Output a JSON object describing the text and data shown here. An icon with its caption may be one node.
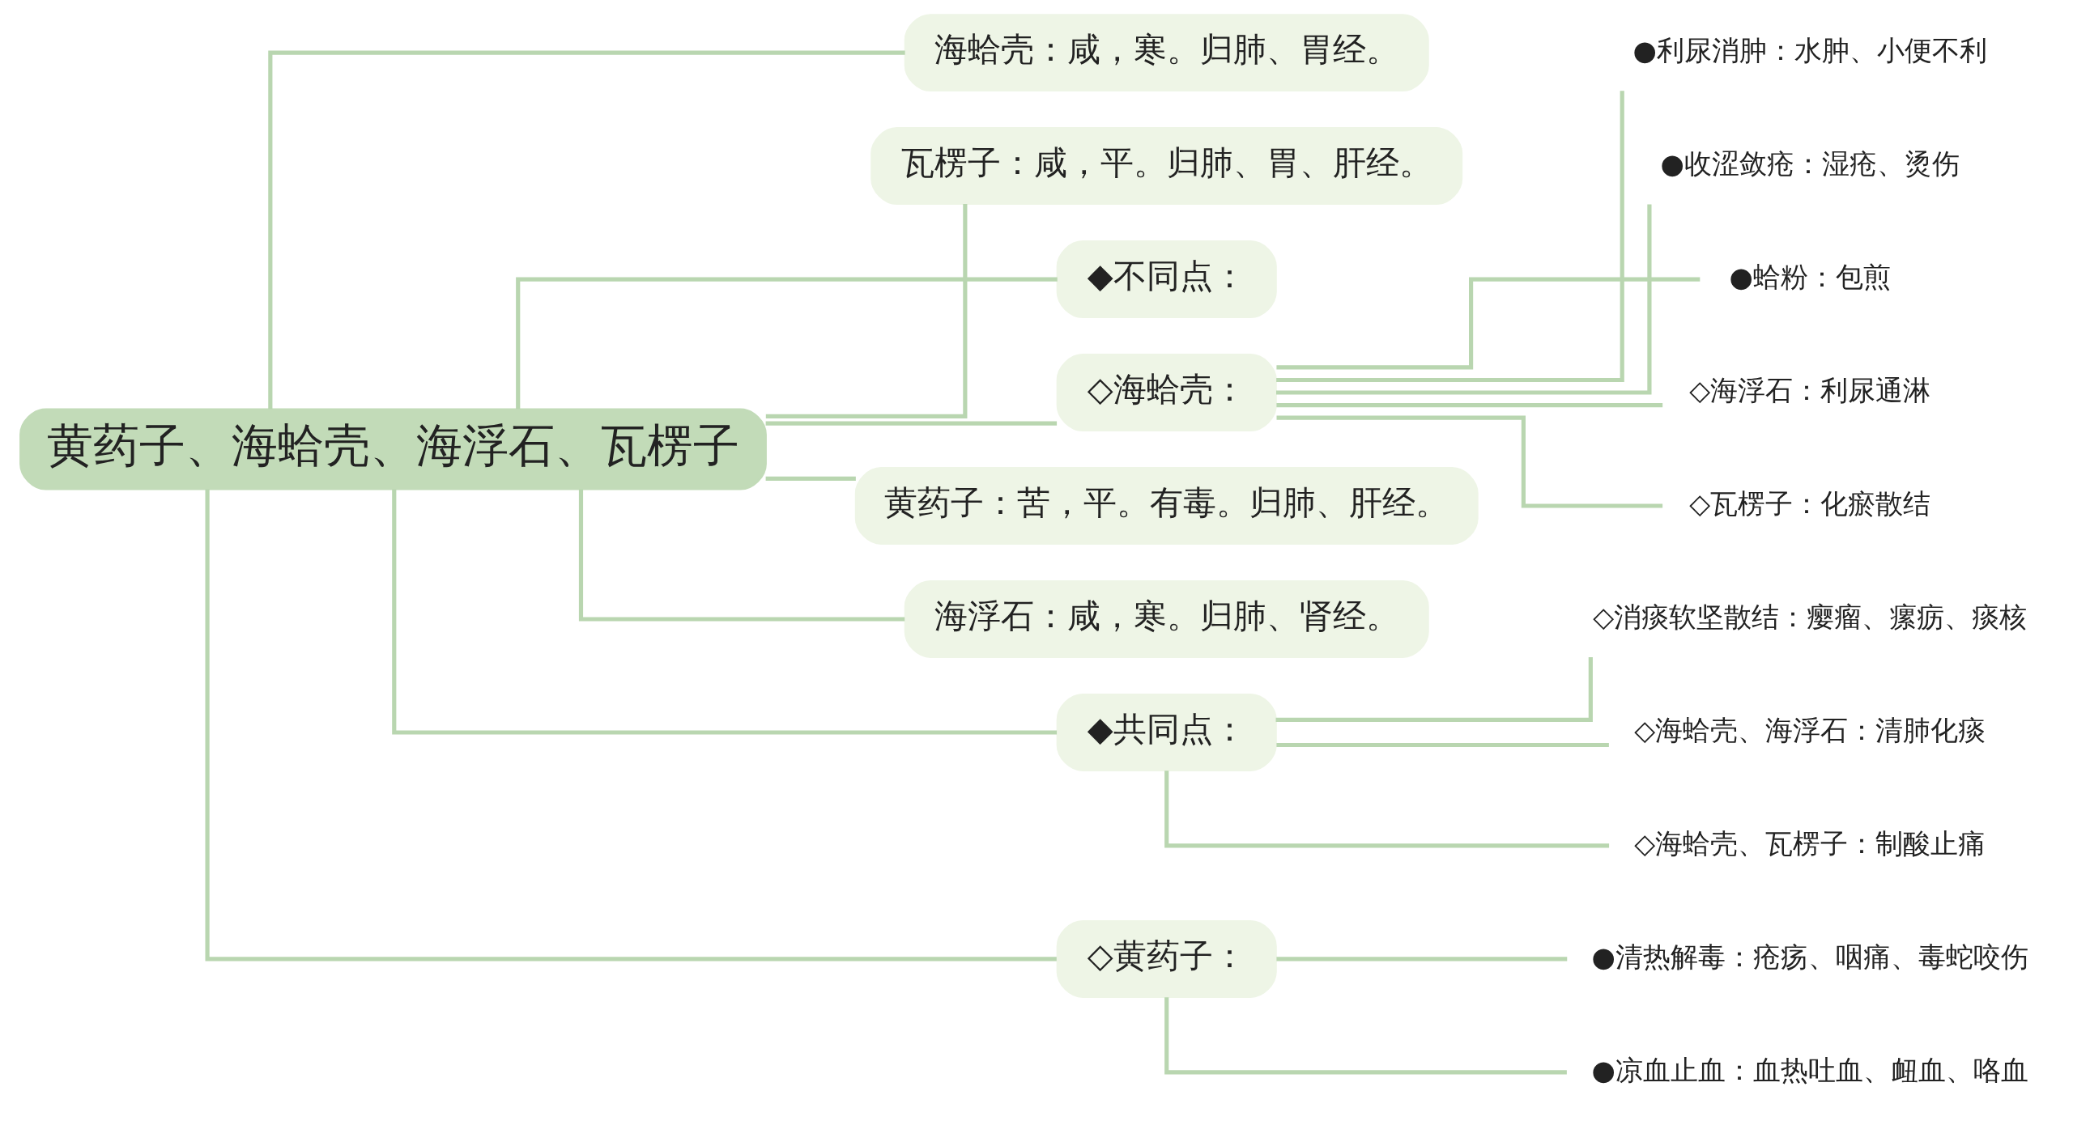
{
  "diagram": {
    "nodes": [
      {
        "text": [
          "黄药子、海蛤壳、海浮石、瓦楞子"
        ]
      },
      {
        "text": [
          "海蛤壳：咸，寒。归肺、胃经。"
        ]
      },
      {
        "text": [
          "瓦楞子：咸，平。归肺、胃、肝经。"
        ]
      },
      {
        "text": [
          "◆不同点："
        ]
      },
      {
        "text": [
          "◇海蛤壳："
        ]
      },
      {
        "text": [
          "●利尿消肿：水肿、小便不利"
        ]
      },
      {
        "text": [
          "●收涩敛疮：湿疮、烫伤"
        ]
      },
      {
        "text": [
          "●蛤粉：包煎"
        ]
      },
      {
        "text": [
          "◇海浮石：利尿通淋"
        ]
      },
      {
        "text": [
          "◇瓦楞子：化瘀散结"
        ]
      },
      {
        "text": [
          "黄药子：苦，平。有毒。归肺、肝经。"
        ]
      },
      {
        "text": [
          "海浮石：咸，寒。归肺、肾经。"
        ]
      },
      {
        "text": [
          "◆共同点："
        ]
      },
      {
        "text": [
          "◇消痰软坚散结：瘿瘤、瘰疬、痰核"
        ]
      },
      {
        "text": [
          "◇海蛤壳、海浮石：清肺化痰"
        ]
      },
      {
        "text": [
          "◇海蛤壳、瓦楞子：制酸止痛"
        ]
      },
      {
        "text": [
          "◇黄药子："
        ]
      },
      {
        "text": [
          "●清热解毒：疮疡、咽痛、毒蛇咬伤"
        ]
      },
      {
        "text": [
          "●凉血止血：血热吐血、衄血、咯血"
        ]
      }
    ],
    "edges": [
      {
        "from": 0,
        "to": 1,
        "arrow": "none"
      },
      {
        "from": 0,
        "to": 2,
        "arrow": "none"
      },
      {
        "from": 0,
        "to": 3,
        "arrow": "none"
      },
      {
        "from": 0,
        "to": 4,
        "arrow": "none"
      },
      {
        "from": 4,
        "to": 5,
        "arrow": "none"
      },
      {
        "from": 4,
        "to": 6,
        "arrow": "none"
      },
      {
        "from": 4,
        "to": 7,
        "arrow": "none"
      },
      {
        "from": 4,
        "to": 8,
        "arrow": "none"
      },
      {
        "from": 4,
        "to": 9,
        "arrow": "none"
      },
      {
        "from": 0,
        "to": 10,
        "arrow": "none"
      },
      {
        "from": 0,
        "to": 11,
        "arrow": "none"
      },
      {
        "from": 0,
        "to": 12,
        "arrow": "none"
      },
      {
        "from": 12,
        "to": 13,
        "arrow": "none"
      },
      {
        "from": 12,
        "to": 14,
        "arrow": "none"
      },
      {
        "from": 12,
        "to": 15,
        "arrow": "none"
      },
      {
        "from": 0,
        "to": 16,
        "arrow": "none"
      },
      {
        "from": 16,
        "to": 17,
        "arrow": "none"
      },
      {
        "from": 16,
        "to": 18,
        "arrow": "none"
      }
    ]
  }
}
